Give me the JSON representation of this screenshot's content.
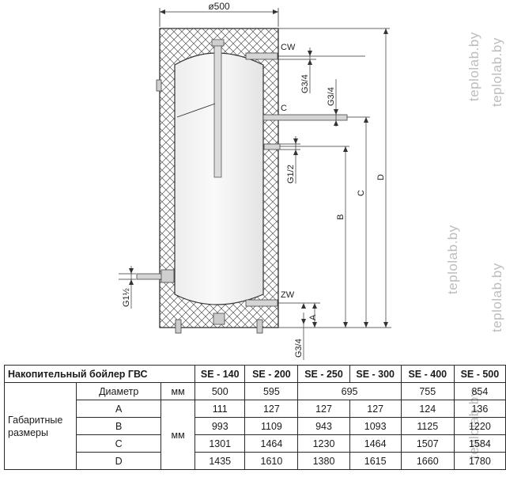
{
  "watermark": "teplolab.by",
  "drawing": {
    "diameter_label": "ø500",
    "connections": {
      "cw": "CW",
      "c": "C",
      "zw": "ZW",
      "cw_thread": "G3/4",
      "c_thread": "G3/4",
      "mid_thread": "G1/2",
      "left_thread": "G1½",
      "bottom_thread": "G3/4"
    },
    "dims": {
      "a": "A",
      "b": "B",
      "c": "C",
      "d": "D"
    }
  },
  "table": {
    "title": "Накопительный бойлер ГВС",
    "models": [
      "SE - 140",
      "SE - 200",
      "SE - 250",
      "SE - 300",
      "SE - 400",
      "SE - 500"
    ],
    "diameter": {
      "label": "Диаметр",
      "unit": "мм",
      "values": [
        "500",
        "595",
        "695",
        "755",
        "854"
      ]
    },
    "group_label": "Габаритные размеры",
    "unit": "мм",
    "rows": [
      {
        "label": "A",
        "values": [
          "111",
          "127",
          "127",
          "127",
          "124",
          "136"
        ]
      },
      {
        "label": "B",
        "values": [
          "993",
          "1109",
          "943",
          "1093",
          "1125",
          "1220"
        ]
      },
      {
        "label": "C",
        "values": [
          "1301",
          "1464",
          "1230",
          "1464",
          "1507",
          "1584"
        ]
      },
      {
        "label": "D",
        "values": [
          "1435",
          "1610",
          "1380",
          "1615",
          "1660",
          "1780"
        ]
      }
    ]
  }
}
